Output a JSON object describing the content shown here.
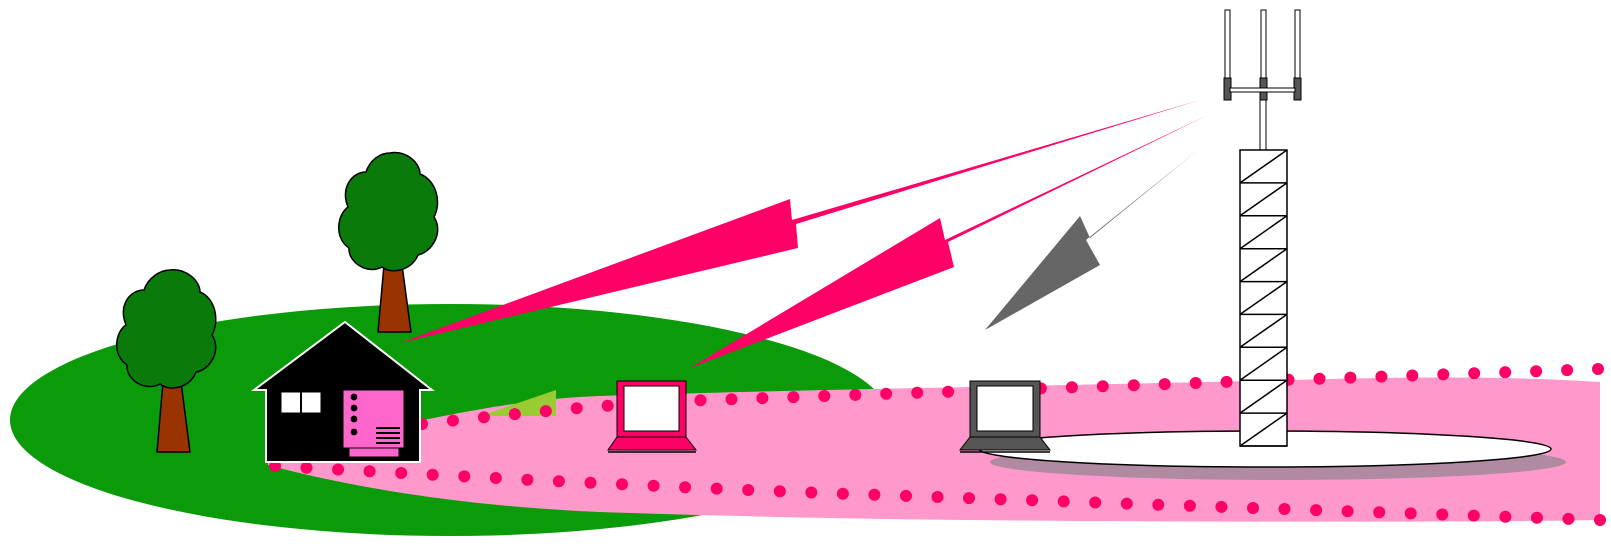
{
  "colors": {
    "background": "#ffffff",
    "grass": "#0a9a0a",
    "tree_foliage": "#0a7a0a",
    "tree_trunk": "#993300",
    "coverage_zone": "#ff99cc",
    "coverage_dots": "#ff0066",
    "signal_active": "#ff0066",
    "signal_inactive": "#666666",
    "house": "#000000",
    "modem": "#ff66cc",
    "laptop_active": "#ff0066",
    "laptop_inactive": "#555555",
    "tower_base_shadow": "#b08aa0"
  },
  "icons": {
    "tree": "tree-icon",
    "house": "house-icon",
    "modem": "modem-icon",
    "laptop": "laptop-icon",
    "tower": "cell-tower-icon",
    "signal": "lightning-signal-icon"
  },
  "elements": {
    "trees": 2,
    "laptops": [
      {
        "name": "laptop-connected",
        "state": "connected"
      },
      {
        "name": "laptop-disconnected",
        "state": "not-connected"
      }
    ],
    "signals": [
      {
        "name": "signal-to-house",
        "state": "connected"
      },
      {
        "name": "signal-to-laptop",
        "state": "connected"
      },
      {
        "name": "signal-to-gray-laptop",
        "state": "not-connected"
      }
    ]
  }
}
